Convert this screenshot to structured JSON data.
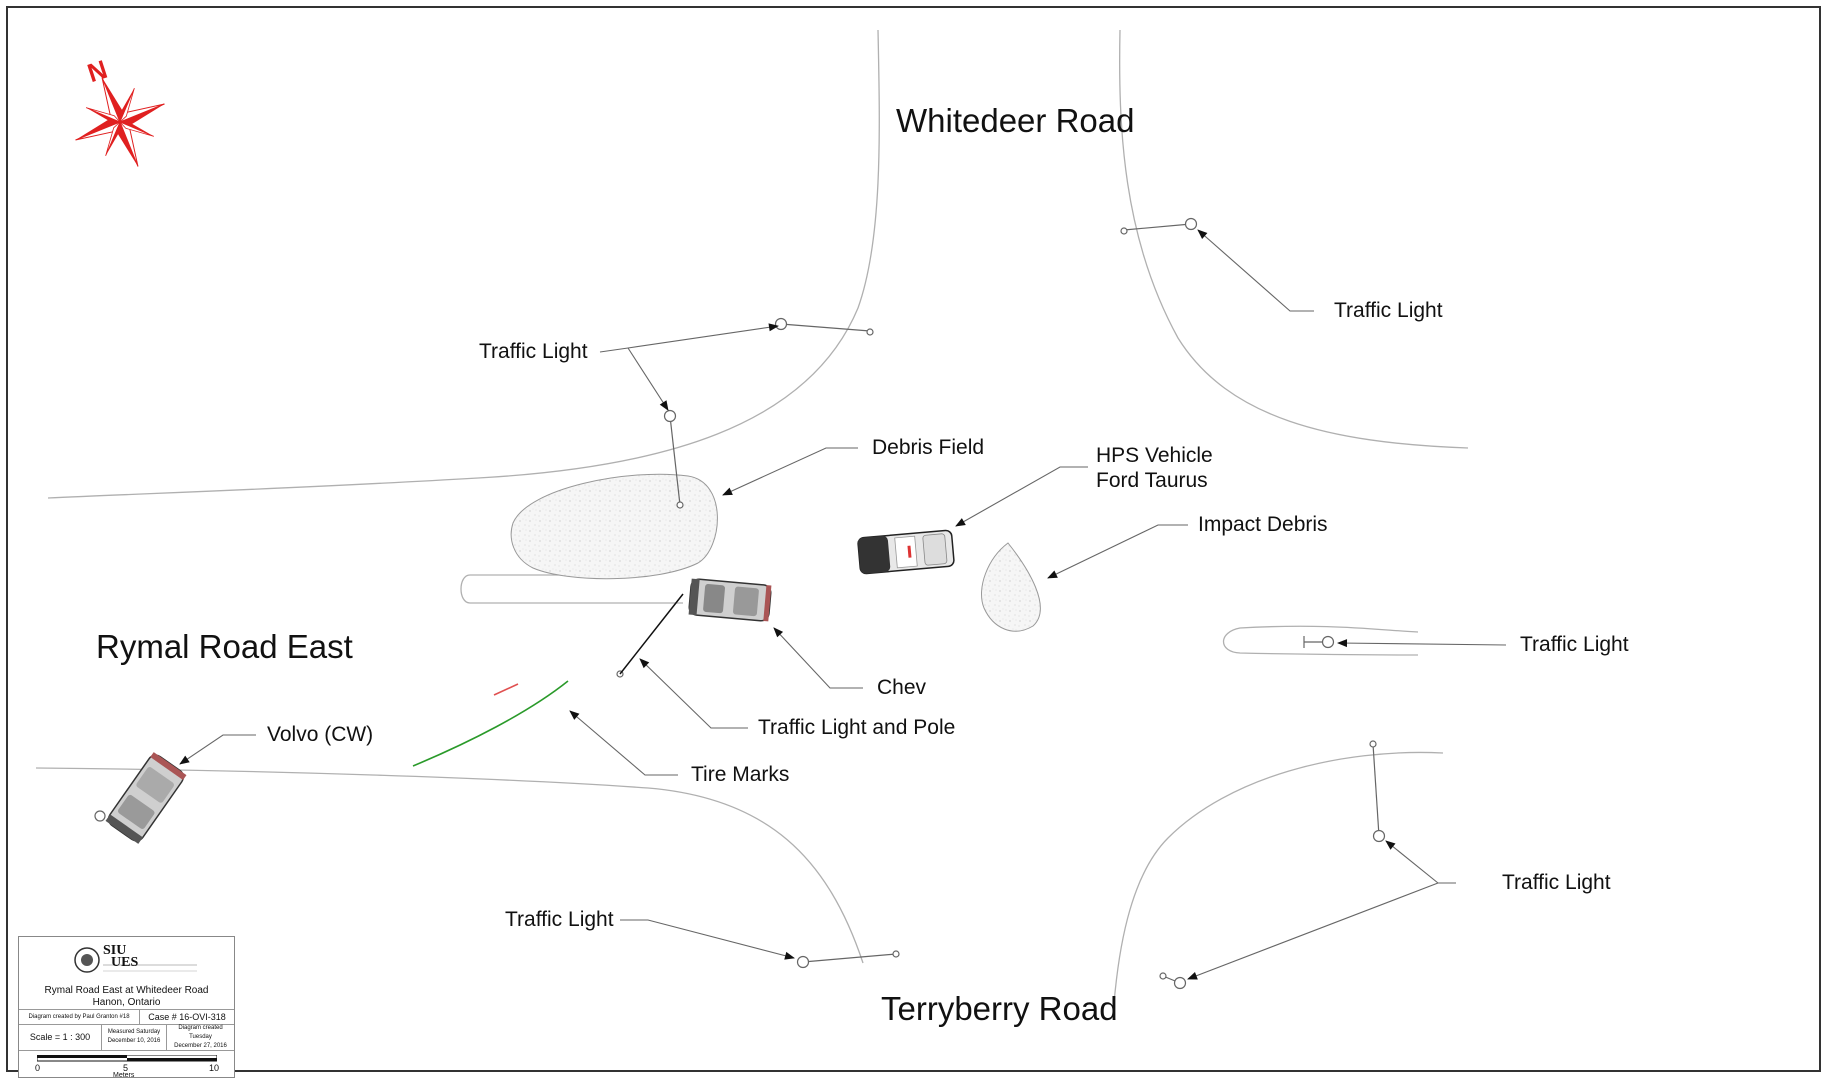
{
  "roads": {
    "north": "Whitedeer Road",
    "west": "Rymal Road East",
    "south": "Terryberry Road"
  },
  "compass": {
    "north_letter": "N",
    "icon": "compass-rose-icon"
  },
  "labels": {
    "traffic_light_nw": "Traffic Light",
    "traffic_light_ne": "Traffic Light",
    "traffic_light_e": "Traffic Light",
    "traffic_light_se": "Traffic Light",
    "traffic_light_sw": "Traffic Light",
    "debris_field": "Debris Field",
    "hps_vehicle_line1": "HPS Vehicle",
    "hps_vehicle_line2": "Ford Taurus",
    "impact_debris": "Impact Debris",
    "chev": "Chev",
    "traffic_light_and_pole": "Traffic Light and Pole",
    "tire_marks": "Tire Marks",
    "volvo": "Volvo (CW)"
  },
  "colors": {
    "compass_red": "#e02020",
    "tire_mark_green": "#2a9a2a",
    "tire_mark_red": "#e05050",
    "road_edge": "#b0b0b0"
  },
  "title_block": {
    "logo_top": "SIU",
    "logo_bottom": "UES",
    "location_line1": "Rymal Road East at Whitedeer Road",
    "location_line2": "Hanon, Ontario",
    "created_by": "Diagram created by Paul Granton #18",
    "case": "Case # 16-OVI-318",
    "scale": "Scale =  1 : 300",
    "measured_line1": "Measured Saturday",
    "measured_line2": "December 10, 2016",
    "diagram_created_line1": "Diagram created Tuesday",
    "diagram_created_line2": "December 27, 2016",
    "scale_ticks": [
      "0",
      "5",
      "10"
    ],
    "scale_units": "Meters"
  }
}
